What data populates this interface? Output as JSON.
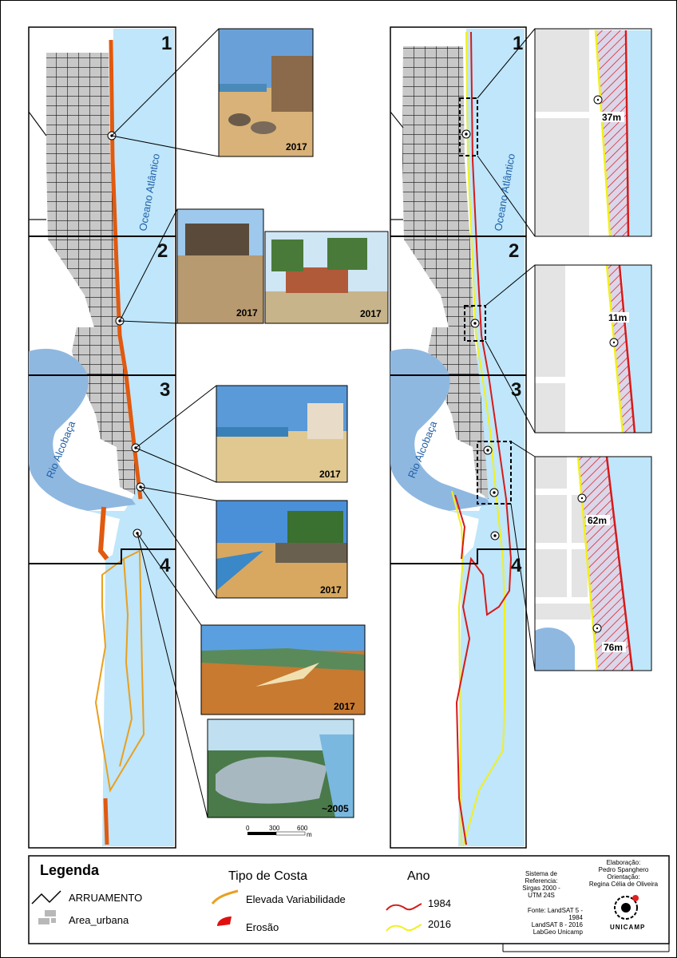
{
  "panels": {
    "sections": [
      "1",
      "2",
      "3",
      "4"
    ],
    "ocean_label": "Oceano Atlântico",
    "river_label": "Rio Alcobaça"
  },
  "photos": [
    {
      "year": "2017"
    },
    {
      "year": "2017"
    },
    {
      "year": "2017"
    },
    {
      "year": "2017"
    },
    {
      "year": "2017"
    },
    {
      "year": "2017"
    },
    {
      "year": "~2005"
    }
  ],
  "insets": [
    {
      "distance": "37m"
    },
    {
      "distance": "11m"
    },
    {
      "distance": "62m"
    },
    {
      "distance": "76m"
    }
  ],
  "scale_bar": {
    "labels": [
      "0",
      "300",
      "600"
    ],
    "unit": "m"
  },
  "legend": {
    "title": "Legenda",
    "items": [
      {
        "label": "ARRUAMENTO",
        "icon": "street-line-icon"
      },
      {
        "label": "Area_urbana",
        "icon": "urban-area-icon"
      }
    ],
    "coast_type": {
      "title": "Tipo de Costa",
      "items": [
        {
          "label": "Elevada Variabilidade",
          "color": "#e8a020"
        },
        {
          "label": "Erosão",
          "color": "#e01010"
        }
      ]
    },
    "year": {
      "title": "Ano",
      "items": [
        {
          "label": "1984",
          "color": "#d61a1a"
        },
        {
          "label": "2016",
          "color": "#f0f020"
        }
      ]
    }
  },
  "credits": {
    "reference_lines": [
      "Sistema de Referencia:",
      "Sirgas 2000 - UTM 24S"
    ],
    "author_lines": [
      "Elaboração:",
      "Pedro Spanghero",
      "Orientação:",
      "Regina Célia de Oliveira"
    ],
    "source_lines": [
      "Fonte: LandSAT 5 - 1984",
      "LandSAT 8 - 2016",
      "LabGeo Unicamp"
    ],
    "logo_text": "UNICAMP"
  },
  "colors": {
    "ocean": "#bfe6fa",
    "river": "#8fb8e0",
    "urban": "#c8c8c8",
    "erosion_line": "#e05a10",
    "high_var_line": "#e8a020",
    "line_1984": "#d61a1a",
    "line_2016": "#f0f020"
  }
}
